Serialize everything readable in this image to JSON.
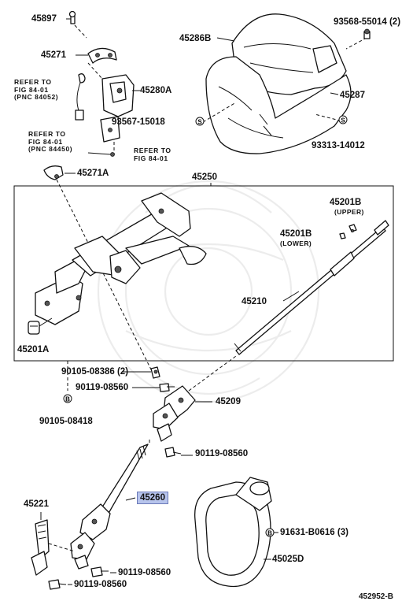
{
  "diagram_code": "452952-B",
  "labels": {
    "p45897": "45897",
    "p45271": "45271",
    "p45280a": "45280A",
    "p45286b": "45286B",
    "p93568": "93568-55014 (2)",
    "p45287": "45287",
    "p93567": "93567-15018",
    "p93313": "93313-14012",
    "p45271a": "45271A",
    "p45250": "45250",
    "p45201b_upper": "45201B",
    "p45201b_upper_note": "(UPPER)",
    "p45201b_lower": "45201B",
    "p45201b_lower_note": "(LOWER)",
    "p45210": "45210",
    "p45201a": "45201A",
    "p90105_08386": "90105-08386 (2)",
    "p90119_08560_a": "90119-08560",
    "p45209": "45209",
    "p90105_08418": "90105-08418",
    "p90119_08560_b": "90119-08560",
    "p45260": "45260",
    "p45221": "45221",
    "p91631": "91631-B0616 (3)",
    "p45025d": "45025D",
    "p90119_08560_c": "90119-08560",
    "p90119_08560_d": "90119-08560"
  },
  "refs": {
    "ref1": {
      "l1": "REFER TO",
      "l2": "FIG 84-01",
      "l3": "(PNC 84052)"
    },
    "ref2": {
      "l1": "REFER TO",
      "l2": "FIG 84-01",
      "l3": "(PNC 84450)"
    },
    "ref3": {
      "l1": "REFER TO",
      "l2": "FIG 84-01"
    }
  },
  "symbols": {
    "screw_mark": "S",
    "bolt_mark": "B"
  },
  "highlight_color": "#b7c4ec"
}
